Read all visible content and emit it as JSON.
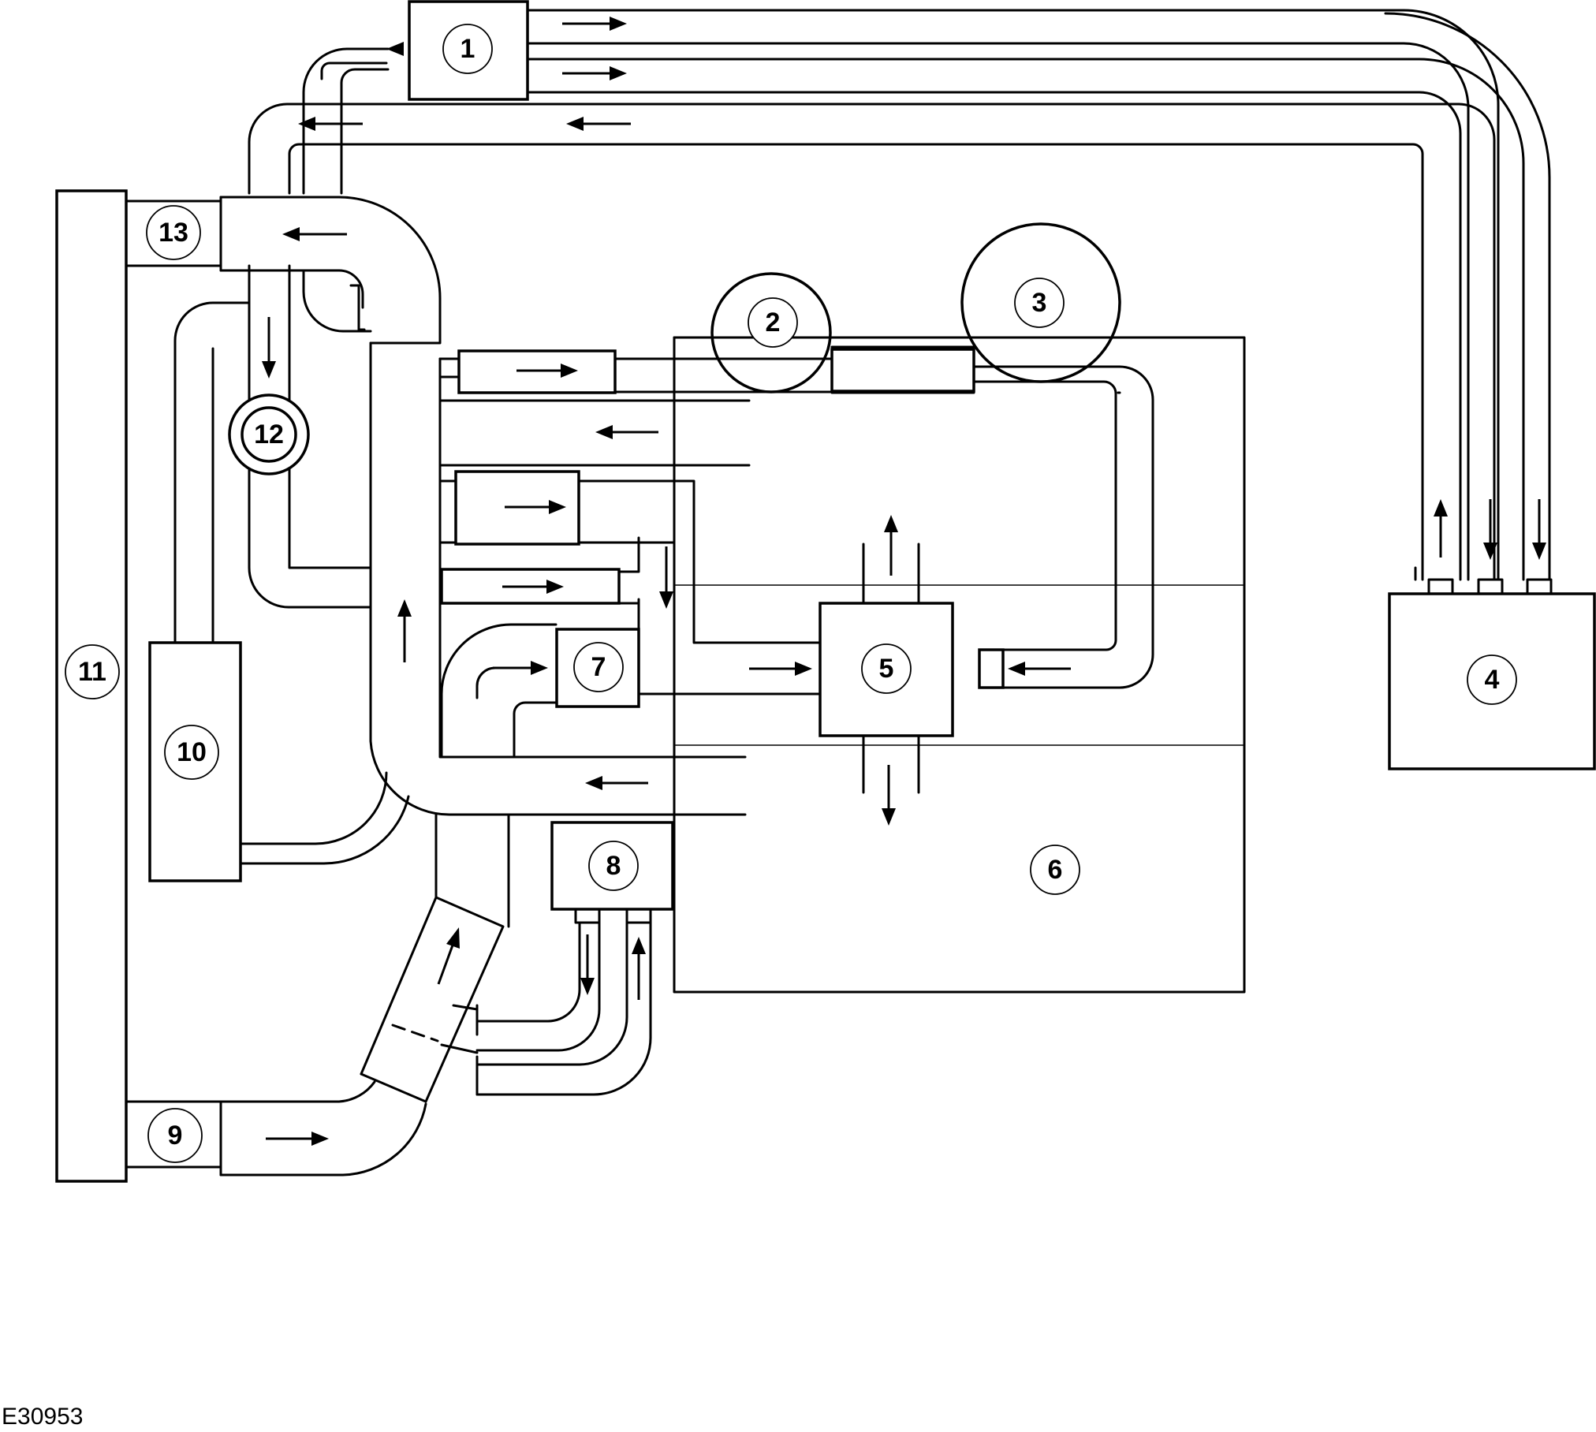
{
  "figure_id": "E30953",
  "callouts": {
    "c1": "1",
    "c2": "2",
    "c3": "3",
    "c4": "4",
    "c5": "5",
    "c6": "6",
    "c7": "7",
    "c8": "8",
    "c9": "9",
    "c10": "10",
    "c11": "11",
    "c12": "12",
    "c13": "13"
  },
  "colors": {
    "line": "#000000",
    "background": "#ffffff"
  }
}
